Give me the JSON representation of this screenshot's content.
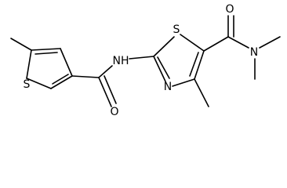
{
  "molecule": {
    "atoms": {
      "s_thiophene": "S",
      "nh": "NH",
      "o_amide_left": "O",
      "s_thiazole": "S",
      "n_thiazole": "N",
      "o_amide_right": "O",
      "n_dimethyl": "N"
    }
  },
  "colors": {
    "bond": "#000000",
    "label": "#000000",
    "background": "#ffffff"
  }
}
